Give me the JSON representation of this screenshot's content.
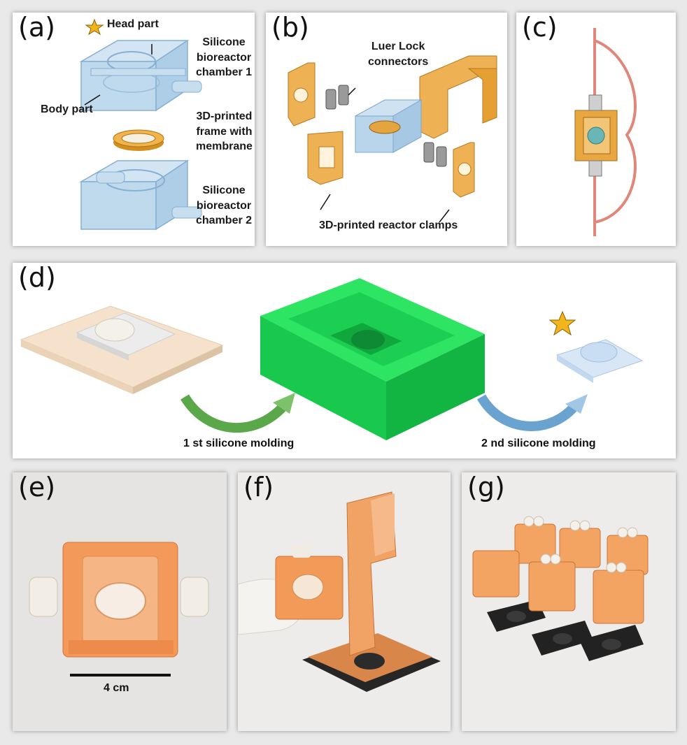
{
  "panels": {
    "a": {
      "label": "(a)",
      "head_part": "Head part",
      "chamber1": "Silicone\nbioreactor\nchamber 1",
      "body_part": "Body part",
      "frame": "3D-printed\nframe with\nmembrane",
      "chamber2": "Silicone\nbioreactor\nchamber 2"
    },
    "b": {
      "label": "(b)",
      "luer": "Luer Lock\nconnectors",
      "clamps": "3D-printed reactor clamps"
    },
    "c": {
      "label": "(c)"
    },
    "d": {
      "label": "(d)",
      "first": "1 st silicone molding",
      "second": "2 nd silicone molding"
    },
    "e": {
      "label": "(e)",
      "scale": "4 cm"
    },
    "f": {
      "label": "(f)"
    },
    "g": {
      "label": "(g)"
    }
  },
  "colors": {
    "star": "#f3b51b",
    "silicone": "#aacbe6",
    "resin": "#e9a23b",
    "mold": "#21dd59",
    "arrow_green": "#5aa84a",
    "arrow_blue": "#6aa3d0"
  }
}
